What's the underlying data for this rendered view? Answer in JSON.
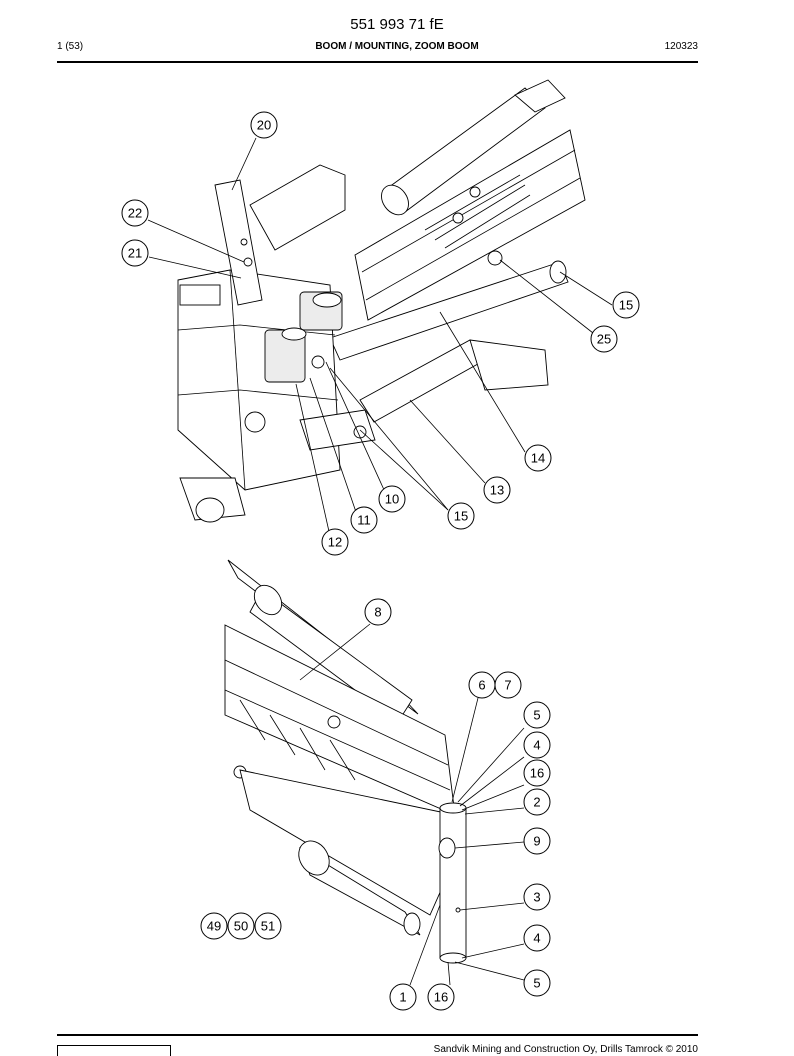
{
  "header": {
    "doc_number": "551 993 71 fE",
    "page": "1 (53)",
    "title": "BOOM / MOUNTING, ZOOM BOOM",
    "date_code": "120323"
  },
  "footer": {
    "copyright": "Sandvik Mining and Construction Oy, Drills Tamrock © 2010"
  },
  "callouts": {
    "c20": "20",
    "c22": "22",
    "c21": "21",
    "c15a": "15",
    "c25": "25",
    "c14": "14",
    "c13": "13",
    "c10": "10",
    "c15b": "15",
    "c11": "11",
    "c12": "12",
    "c8": "8",
    "c6": "6",
    "c7": "7",
    "c5a": "5",
    "c4a": "4",
    "c16a": "16",
    "c2": "2",
    "c9": "9",
    "c3": "3",
    "c4b": "4",
    "c5b": "5",
    "c1": "1",
    "c16b": "16",
    "c49": "49",
    "c50": "50",
    "c51": "51"
  }
}
